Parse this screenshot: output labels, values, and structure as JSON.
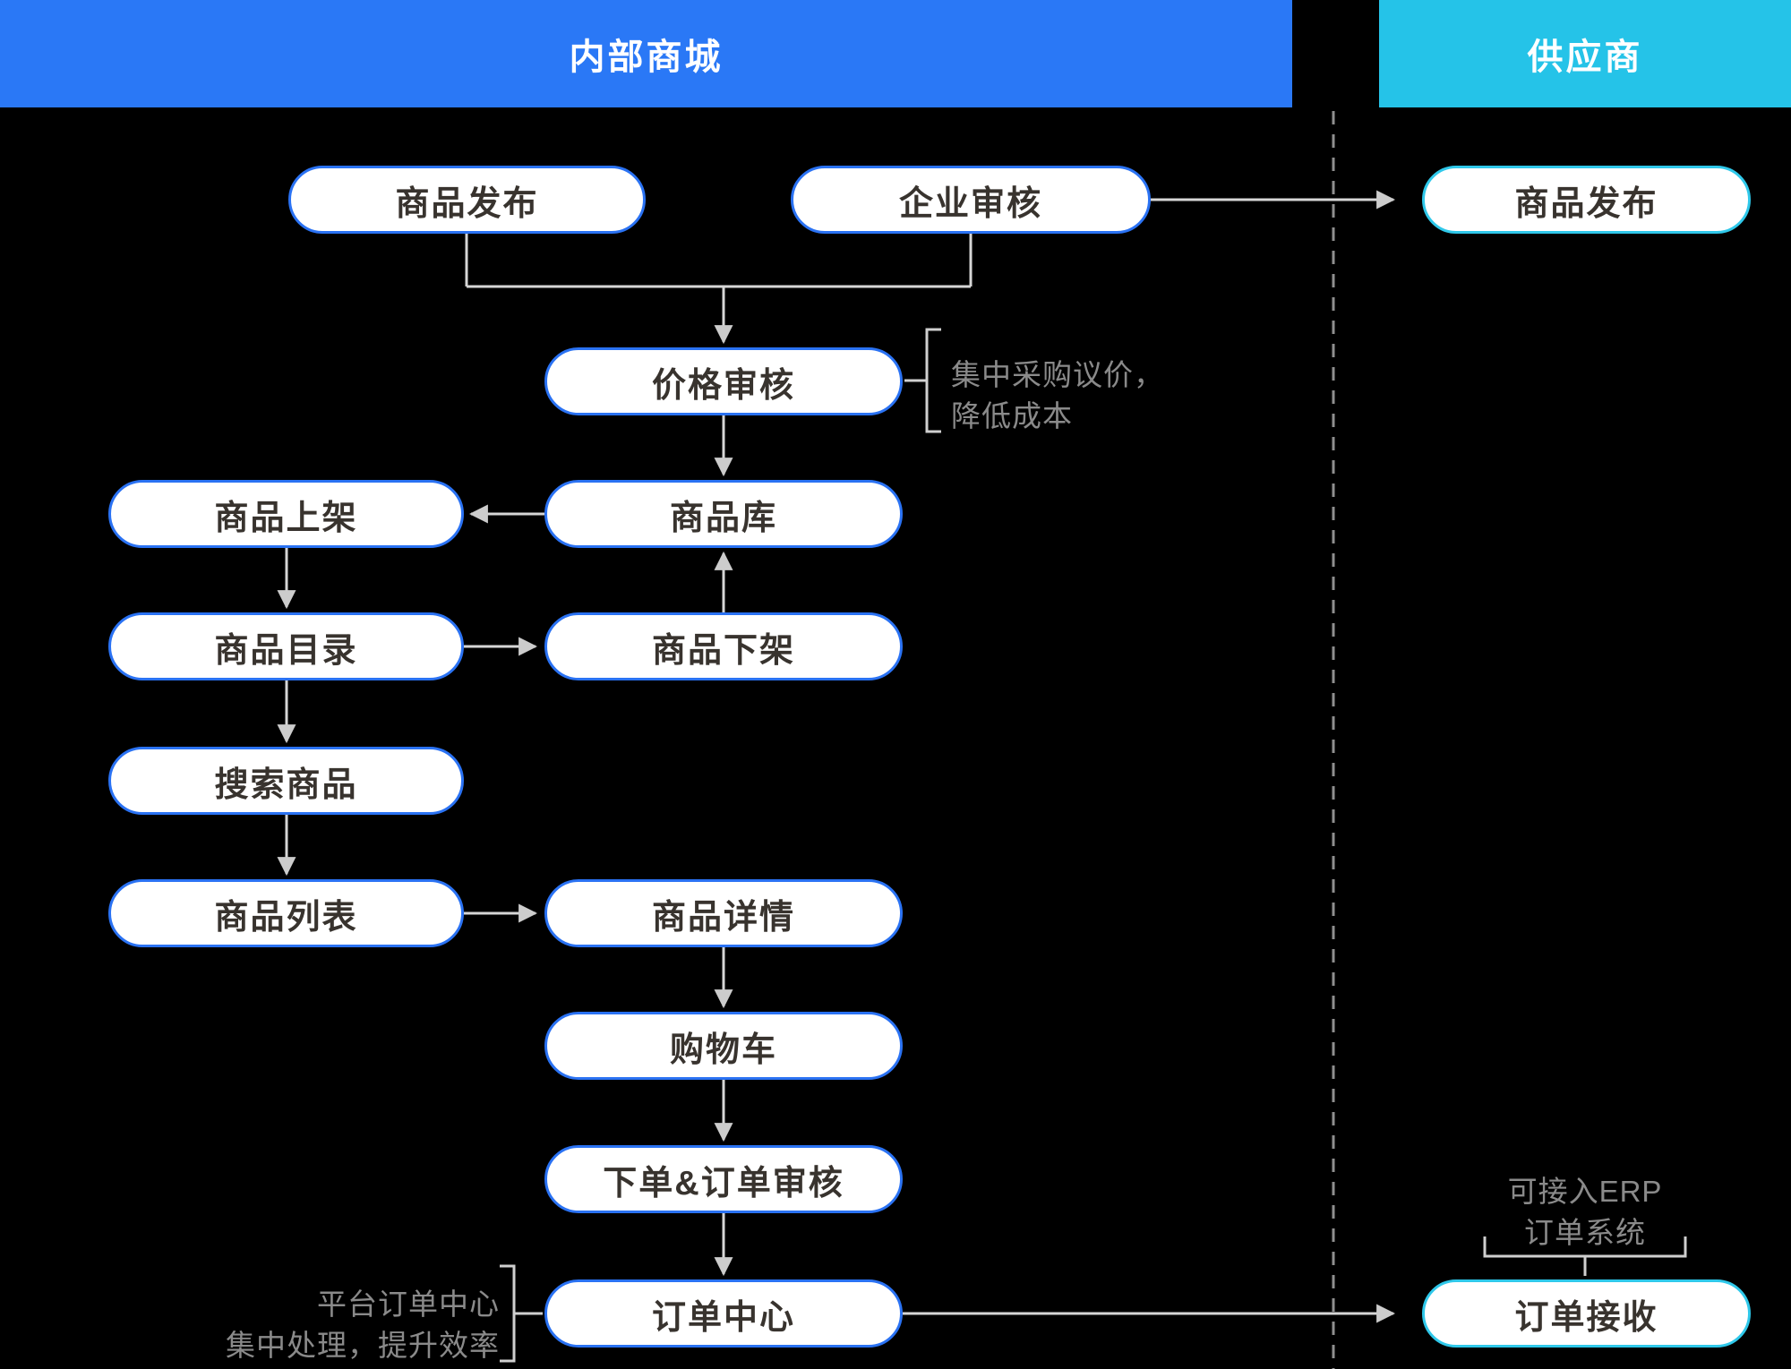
{
  "headers": {
    "internal": "内部商城",
    "supplier": "供应商"
  },
  "nodes": [
    {
      "id": "product-publish-internal",
      "label": "商品发布",
      "zone": "internal"
    },
    {
      "id": "enterprise-review",
      "label": "企业审核",
      "zone": "internal"
    },
    {
      "id": "product-publish-supplier",
      "label": "商品发布",
      "zone": "supplier"
    },
    {
      "id": "price-review",
      "label": "价格审核",
      "zone": "internal"
    },
    {
      "id": "product-library",
      "label": "商品库",
      "zone": "internal"
    },
    {
      "id": "product-on-shelf",
      "label": "商品上架",
      "zone": "internal"
    },
    {
      "id": "product-catalog",
      "label": "商品目录",
      "zone": "internal"
    },
    {
      "id": "product-off-shelf",
      "label": "商品下架",
      "zone": "internal"
    },
    {
      "id": "search-products",
      "label": "搜索商品",
      "zone": "internal"
    },
    {
      "id": "product-list",
      "label": "商品列表",
      "zone": "internal"
    },
    {
      "id": "product-detail",
      "label": "商品详情",
      "zone": "internal"
    },
    {
      "id": "shopping-cart",
      "label": "购物车",
      "zone": "internal"
    },
    {
      "id": "order-place-and-review",
      "label": "下单&订单审核",
      "zone": "internal"
    },
    {
      "id": "order-center",
      "label": "订单中心",
      "zone": "internal"
    },
    {
      "id": "order-receive",
      "label": "订单接收",
      "zone": "supplier"
    }
  ],
  "annotations": {
    "price_note": {
      "line1": "集中采购议价，",
      "line2": "降低成本"
    },
    "order_center_note": {
      "line1": "平台订单中心",
      "line2": "集中处理，提升效率"
    },
    "erp_note": {
      "line1": "可接入ERP",
      "line2": "订单系统"
    }
  },
  "colors": {
    "background": "#000000",
    "internal_accent": "#2A78F6",
    "supplier_accent": "#25C3E8",
    "node_border_internal": "#2A72F3",
    "node_border_supplier": "#2FC8EA",
    "node_fill": "#FFFFFF",
    "node_text": "#38332E",
    "header_text": "#FFFFFF",
    "annotation_text": "#8A8A8A",
    "connector_line": "#D6D6D6",
    "arrowhead": "#CCCCCC",
    "bracket": "#CFCFCF",
    "divider_dash": "#8F8F8F"
  }
}
